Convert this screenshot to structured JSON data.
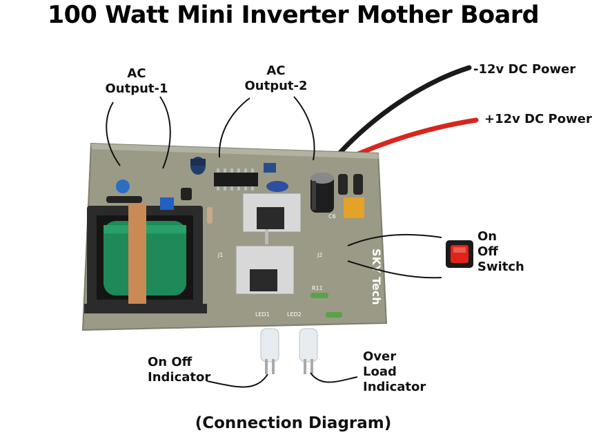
{
  "title": "100 Watt Mini Inverter Mother Board",
  "caption": "(Connection Diagram)",
  "labels": {
    "ac_output_1": [
      "AC",
      "Output-1"
    ],
    "ac_output_2": [
      "AC",
      "Output-2"
    ],
    "neg_power": "-12v DC Power",
    "pos_power": "+12v DC Power",
    "switch": [
      "On",
      "Off",
      "Switch"
    ],
    "on_off_indicator": [
      "On Off",
      "Indicator"
    ],
    "over_load_indicator": [
      "Over",
      "Load",
      "Indicator"
    ]
  },
  "board": {
    "brand": "SKY Tech",
    "markings": [
      "LED1",
      "LED2",
      "R11",
      "J2",
      "J1",
      "C6"
    ]
  },
  "colors": {
    "pcb": "#9a9a86",
    "transformer_coil": "#1e8a5a",
    "negative_wire": "#1a1a1a",
    "positive_wire": "#d8261e",
    "switch_rocker": "#e0241b"
  }
}
